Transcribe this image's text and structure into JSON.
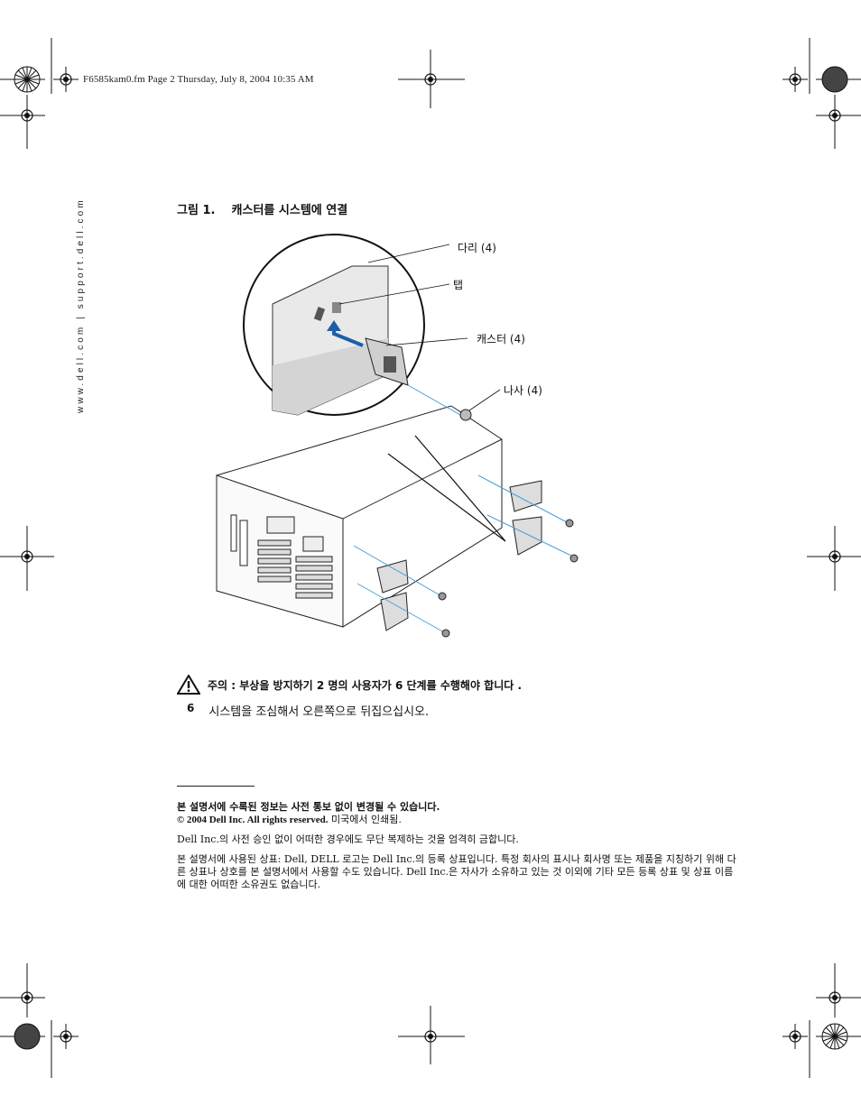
{
  "header": {
    "slug_line": "F6585kam0.fm  Page 2  Thursday, July 8, 2004  10:35 AM"
  },
  "side_margin": {
    "url_text": "www.dell.com | support.dell.com"
  },
  "figure": {
    "caption": "그림 1.    캐스터를 시스템에 연결",
    "callouts": {
      "leg": "다리 (4)",
      "tab": "탭",
      "caster": "캐스터 (4)",
      "screw": "나사 (4)"
    }
  },
  "caution": {
    "text": "주의 : 부상을 방지하기 2 명의 사용자가 6 단계를 수행해야 합니다 .",
    "icon": "warning-triangle-icon"
  },
  "step": {
    "number": "6",
    "text": "시스템을 조심해서 오른쪽으로 뒤집으십시오."
  },
  "footnotes": {
    "notice_bold": "본 설명서에 수록된 정보는 사전 통보 없이 변경될 수 있습니다.",
    "copyright_latin": "© 2004 Dell Inc. All rights reserved.",
    "copyright_korean": " 미국에서 인쇄됨.",
    "reproduction": "Dell Inc.의 사전 승인 없이 어떠한 경우에도 무단 복제하는 것을 엄격히 금합니다.",
    "trademarks": "본 설명서에 사용된 상표: Dell, DELL 로고는 Dell Inc.의 등록 상표입니다. 특정 회사의 표시나 회사명 또는 제품을 지칭하기 위해 다른 상표나 상호를 본 설명서에서 사용할 수도 있습니다. Dell Inc.은 자사가 소유하고 있는 것 이외에 기타 모든 등록 상표 및 상표 이름에 대한 어떠한 소유권도 없습니다."
  }
}
